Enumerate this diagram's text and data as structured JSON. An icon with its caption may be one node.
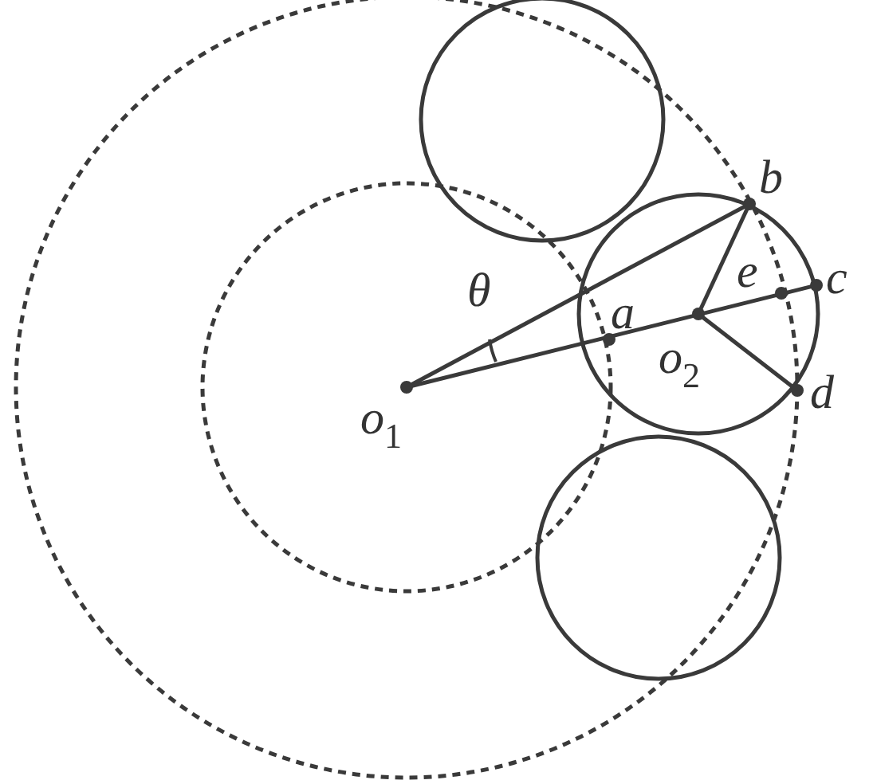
{
  "diagram": {
    "nodes": [
      {
        "text": [
          "o$_{1}$"
        ]
      },
      {
        "text": [
          "a"
        ]
      },
      {
        "text": [
          "o$_{2}$"
        ]
      },
      {
        "text": [
          "b"
        ]
      },
      {
        "text": [
          "c"
        ]
      },
      {
        "text": [
          "d"
        ]
      },
      {
        "text": [
          "e"
        ]
      }
    ],
    "edges": [
      {
        "from": 0,
        "to": 3,
        "arrow": "none"
      },
      {
        "from": 0,
        "to": 4,
        "arrow": "none"
      },
      {
        "from": 2,
        "to": 3,
        "arrow": "none"
      },
      {
        "from": 2,
        "to": 5,
        "arrow": "none"
      }
    ],
    "labels": [
      "θ"
    ]
  }
}
